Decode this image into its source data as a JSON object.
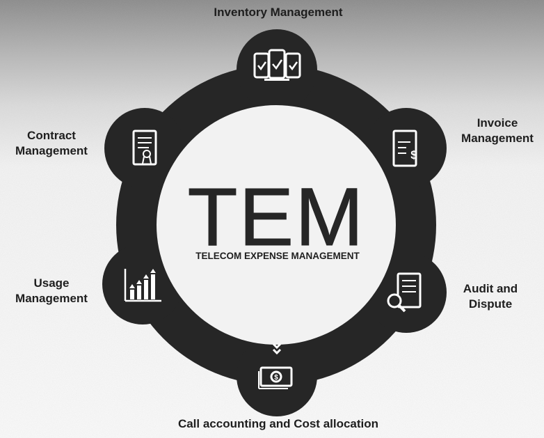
{
  "diagram": {
    "center": {
      "title": "TEM",
      "subtitle": "TELECOM EXPENSE MANAGEMENT"
    },
    "nodes": [
      {
        "id": "inventory",
        "label": "Inventory Management",
        "icon": "mobile-devices-icon"
      },
      {
        "id": "invoice",
        "label_line1": "Invoice",
        "label_line2": "Management",
        "icon": "invoice-dollar-icon"
      },
      {
        "id": "audit",
        "label_line1": "Audit and",
        "label_line2": "Dispute",
        "icon": "document-magnifier-icon"
      },
      {
        "id": "call",
        "label": "Call accounting and Cost allocation",
        "icon": "money-cash-icon"
      },
      {
        "id": "usage",
        "label_line1": "Usage",
        "label_line2": "Management",
        "icon": "bar-chart-growth-icon"
      },
      {
        "id": "contract",
        "label_line1": "Contract",
        "label_line2": "Management",
        "icon": "certificate-document-icon"
      }
    ],
    "colors": {
      "ring": "#262626",
      "inner": "#f2f2f2",
      "icon": "#ffffff",
      "text": "#1e1e1e"
    }
  }
}
